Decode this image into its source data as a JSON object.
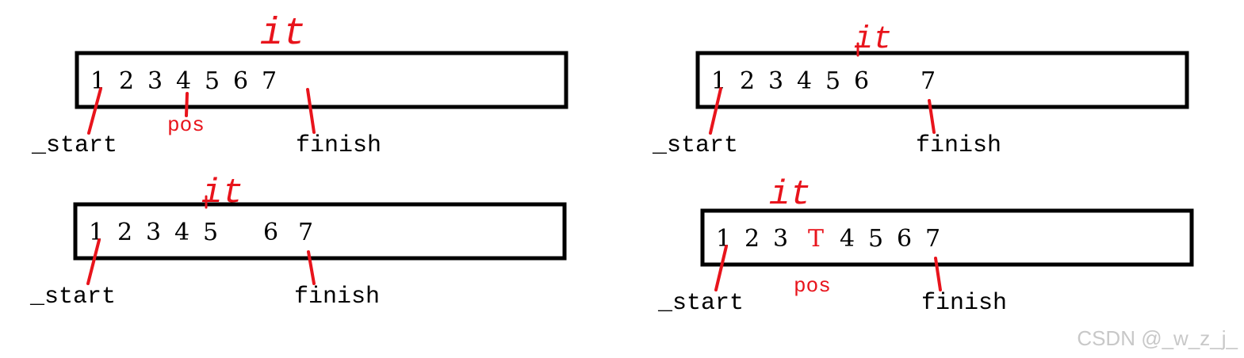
{
  "colors": {
    "ink": "#000000",
    "accent": "#e8141c",
    "watermark": "#c8c8c8"
  },
  "panels": [
    {
      "id": "top-left",
      "iterator_label": "it",
      "cells": [
        "1",
        "2",
        "3",
        "4",
        "5",
        "6",
        "7"
      ],
      "pos_label": "pos",
      "start_label": "_start",
      "finish_label": "finish"
    },
    {
      "id": "top-right",
      "iterator_label": "it",
      "cells": [
        "1",
        "2",
        "3",
        "4",
        "5",
        "6",
        "7"
      ],
      "start_label": "_start",
      "finish_label": "finish"
    },
    {
      "id": "bottom-left",
      "iterator_label": "it",
      "cells": [
        "1",
        "2",
        "3",
        "4",
        "5",
        "6",
        "7"
      ],
      "start_label": "_start",
      "finish_label": "finish"
    },
    {
      "id": "bottom-right",
      "iterator_label": "it",
      "cells": [
        "1",
        "2",
        "3",
        "T",
        "4",
        "5",
        "6",
        "7"
      ],
      "pos_label": "pos",
      "start_label": "_start",
      "finish_label": "finish"
    }
  ],
  "watermark": "CSDN @_w_z_j_"
}
